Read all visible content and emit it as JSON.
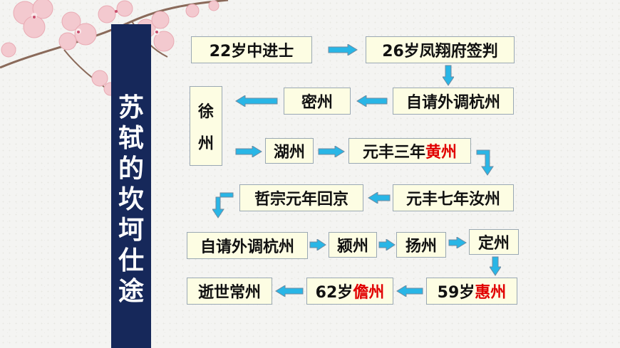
{
  "title": "苏轼的坎坷仕途",
  "nodes": {
    "n1": "22岁中进士",
    "n2": "26岁凤翔府签判",
    "n3": "自请外调杭州",
    "n4": "密州",
    "n5_top": "徐",
    "n5_bottom": "州",
    "n6": "湖州",
    "n7_pre": "元丰三年",
    "n7_hl": "黄州",
    "n8": "元丰七年汝州",
    "n9": "哲宗元年回京",
    "n10": "自请外调杭州",
    "n11": "颍州",
    "n12": "扬州",
    "n13": "定州",
    "n14_pre": "59岁",
    "n14_hl": "惠州",
    "n15_pre": "62岁",
    "n15_hl": "儋州",
    "n16": "逝世常州"
  },
  "colors": {
    "title_bg": "#16285a",
    "node_bg": "#fdfde3",
    "highlight": "#e10000",
    "arrow": "#29b6e6"
  }
}
